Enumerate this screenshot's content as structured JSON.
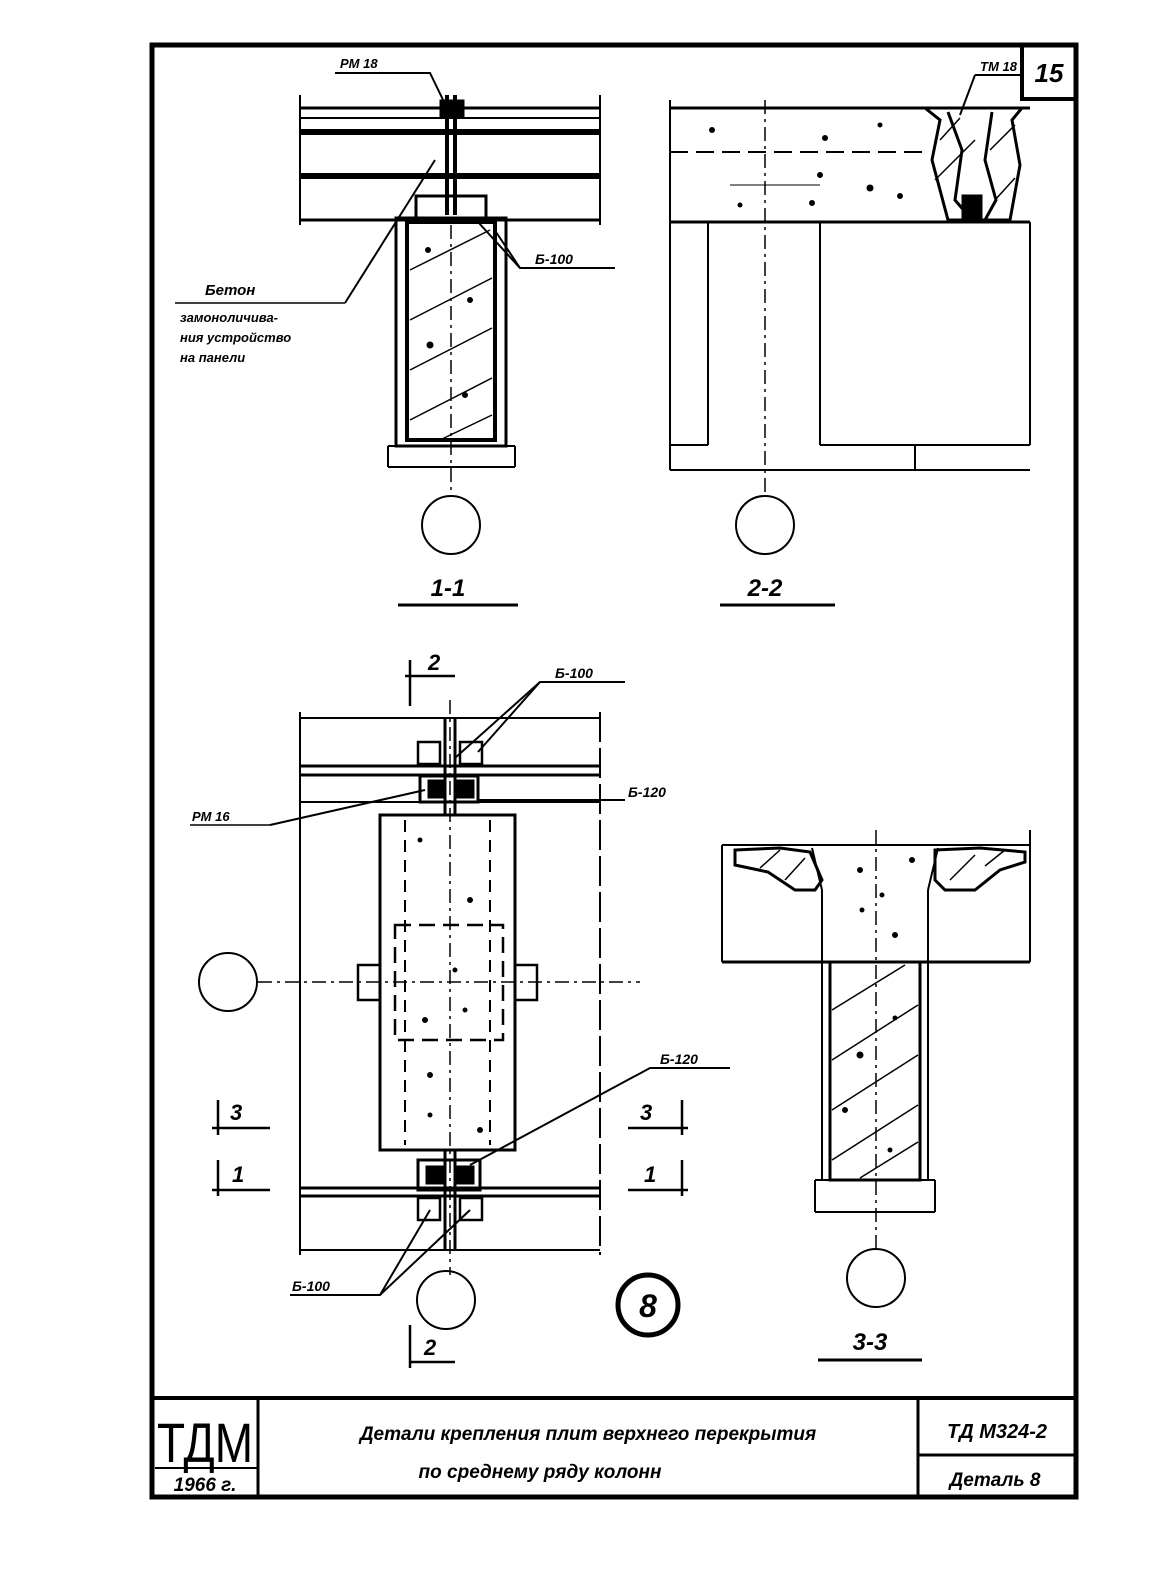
{
  "sheet": {
    "number": "15",
    "detail_marker": "8"
  },
  "sections": {
    "s11": "1-1",
    "s22": "2-2",
    "s33": "3-3"
  },
  "cut_marks": {
    "top_2": "2",
    "bottom_2": "2",
    "left_3": "3",
    "left_1": "1",
    "right_3": "3",
    "right_1": "1"
  },
  "callouts": {
    "s11_top_weld": "РМ 18",
    "s11_plate": "Б-100",
    "s11_concrete_1": "Бетон",
    "s11_concrete_2": "замоноличива-",
    "s11_concrete_3": "ния устройство",
    "s11_concrete_4": "на панели",
    "s22_weld": "ТМ 18",
    "plan_top_plate": "Б-100",
    "plan_weld": "РМ 16",
    "plan_plate_top": "Б-120",
    "plan_plate_bottom": "Б-120",
    "plan_bottom_plate": "Б-100"
  },
  "title_block": {
    "logo": "ТДМ",
    "year": "1966 г.",
    "title_line1": "Детали крепления плит верхнего перекрытия",
    "title_line2": "по среднему ряду колонн",
    "code": "ТД М324-2",
    "detail_label": "Деталь 8"
  }
}
